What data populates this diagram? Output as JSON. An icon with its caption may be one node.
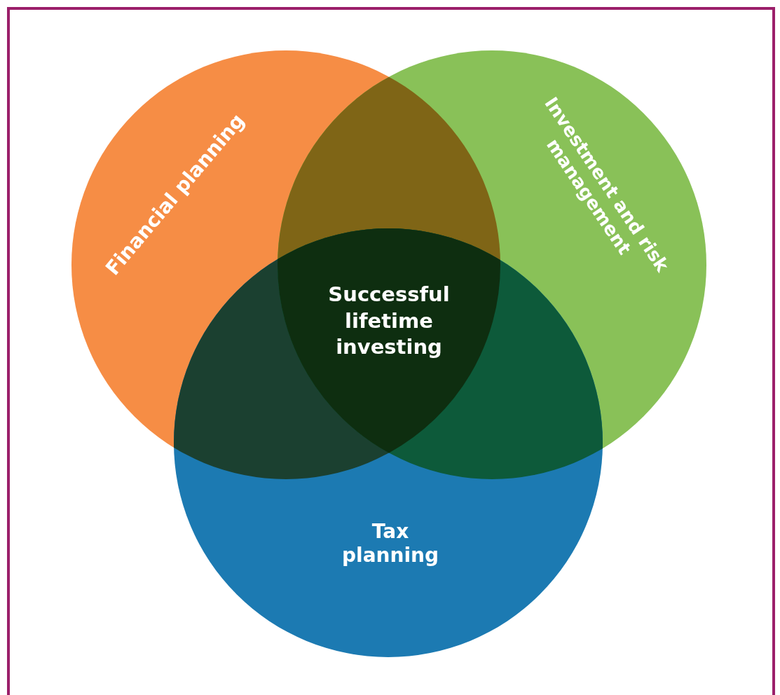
{
  "diagram": {
    "nodes": [
      {
        "text": [
          "Financial planning"
        ]
      },
      {
        "text": [
          "Investment and risk management"
        ]
      },
      {
        "text": [
          "Tax planning"
        ]
      }
    ],
    "labels": [
      "Successful lifetime investing"
    ]
  }
}
